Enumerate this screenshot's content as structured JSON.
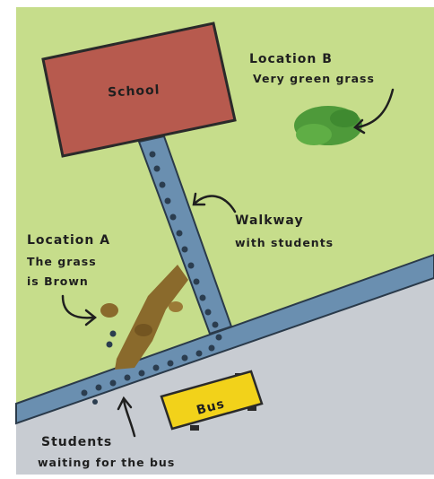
{
  "building": {
    "label": "School"
  },
  "location_b": {
    "line1": "Location B",
    "line2": "Very green grass"
  },
  "walkway": {
    "line1": "Walkway",
    "line2": "with students"
  },
  "location_a": {
    "line1": "Location A",
    "line2": "The grass",
    "line3": "is Brown"
  },
  "bus": {
    "label": "Bus"
  },
  "bus_stop": {
    "line1": "Students",
    "line2": "waiting for the bus"
  },
  "colors": {
    "grass": "#c6dd8b",
    "green_patch": "#4e9a3a",
    "brown_patch": "#8a6a2c",
    "school": "#b75a4e",
    "walkway": "#6a8fb0",
    "road": "#c8ccd2",
    "bus": "#f2d21a",
    "student": "#2b3d4f"
  }
}
